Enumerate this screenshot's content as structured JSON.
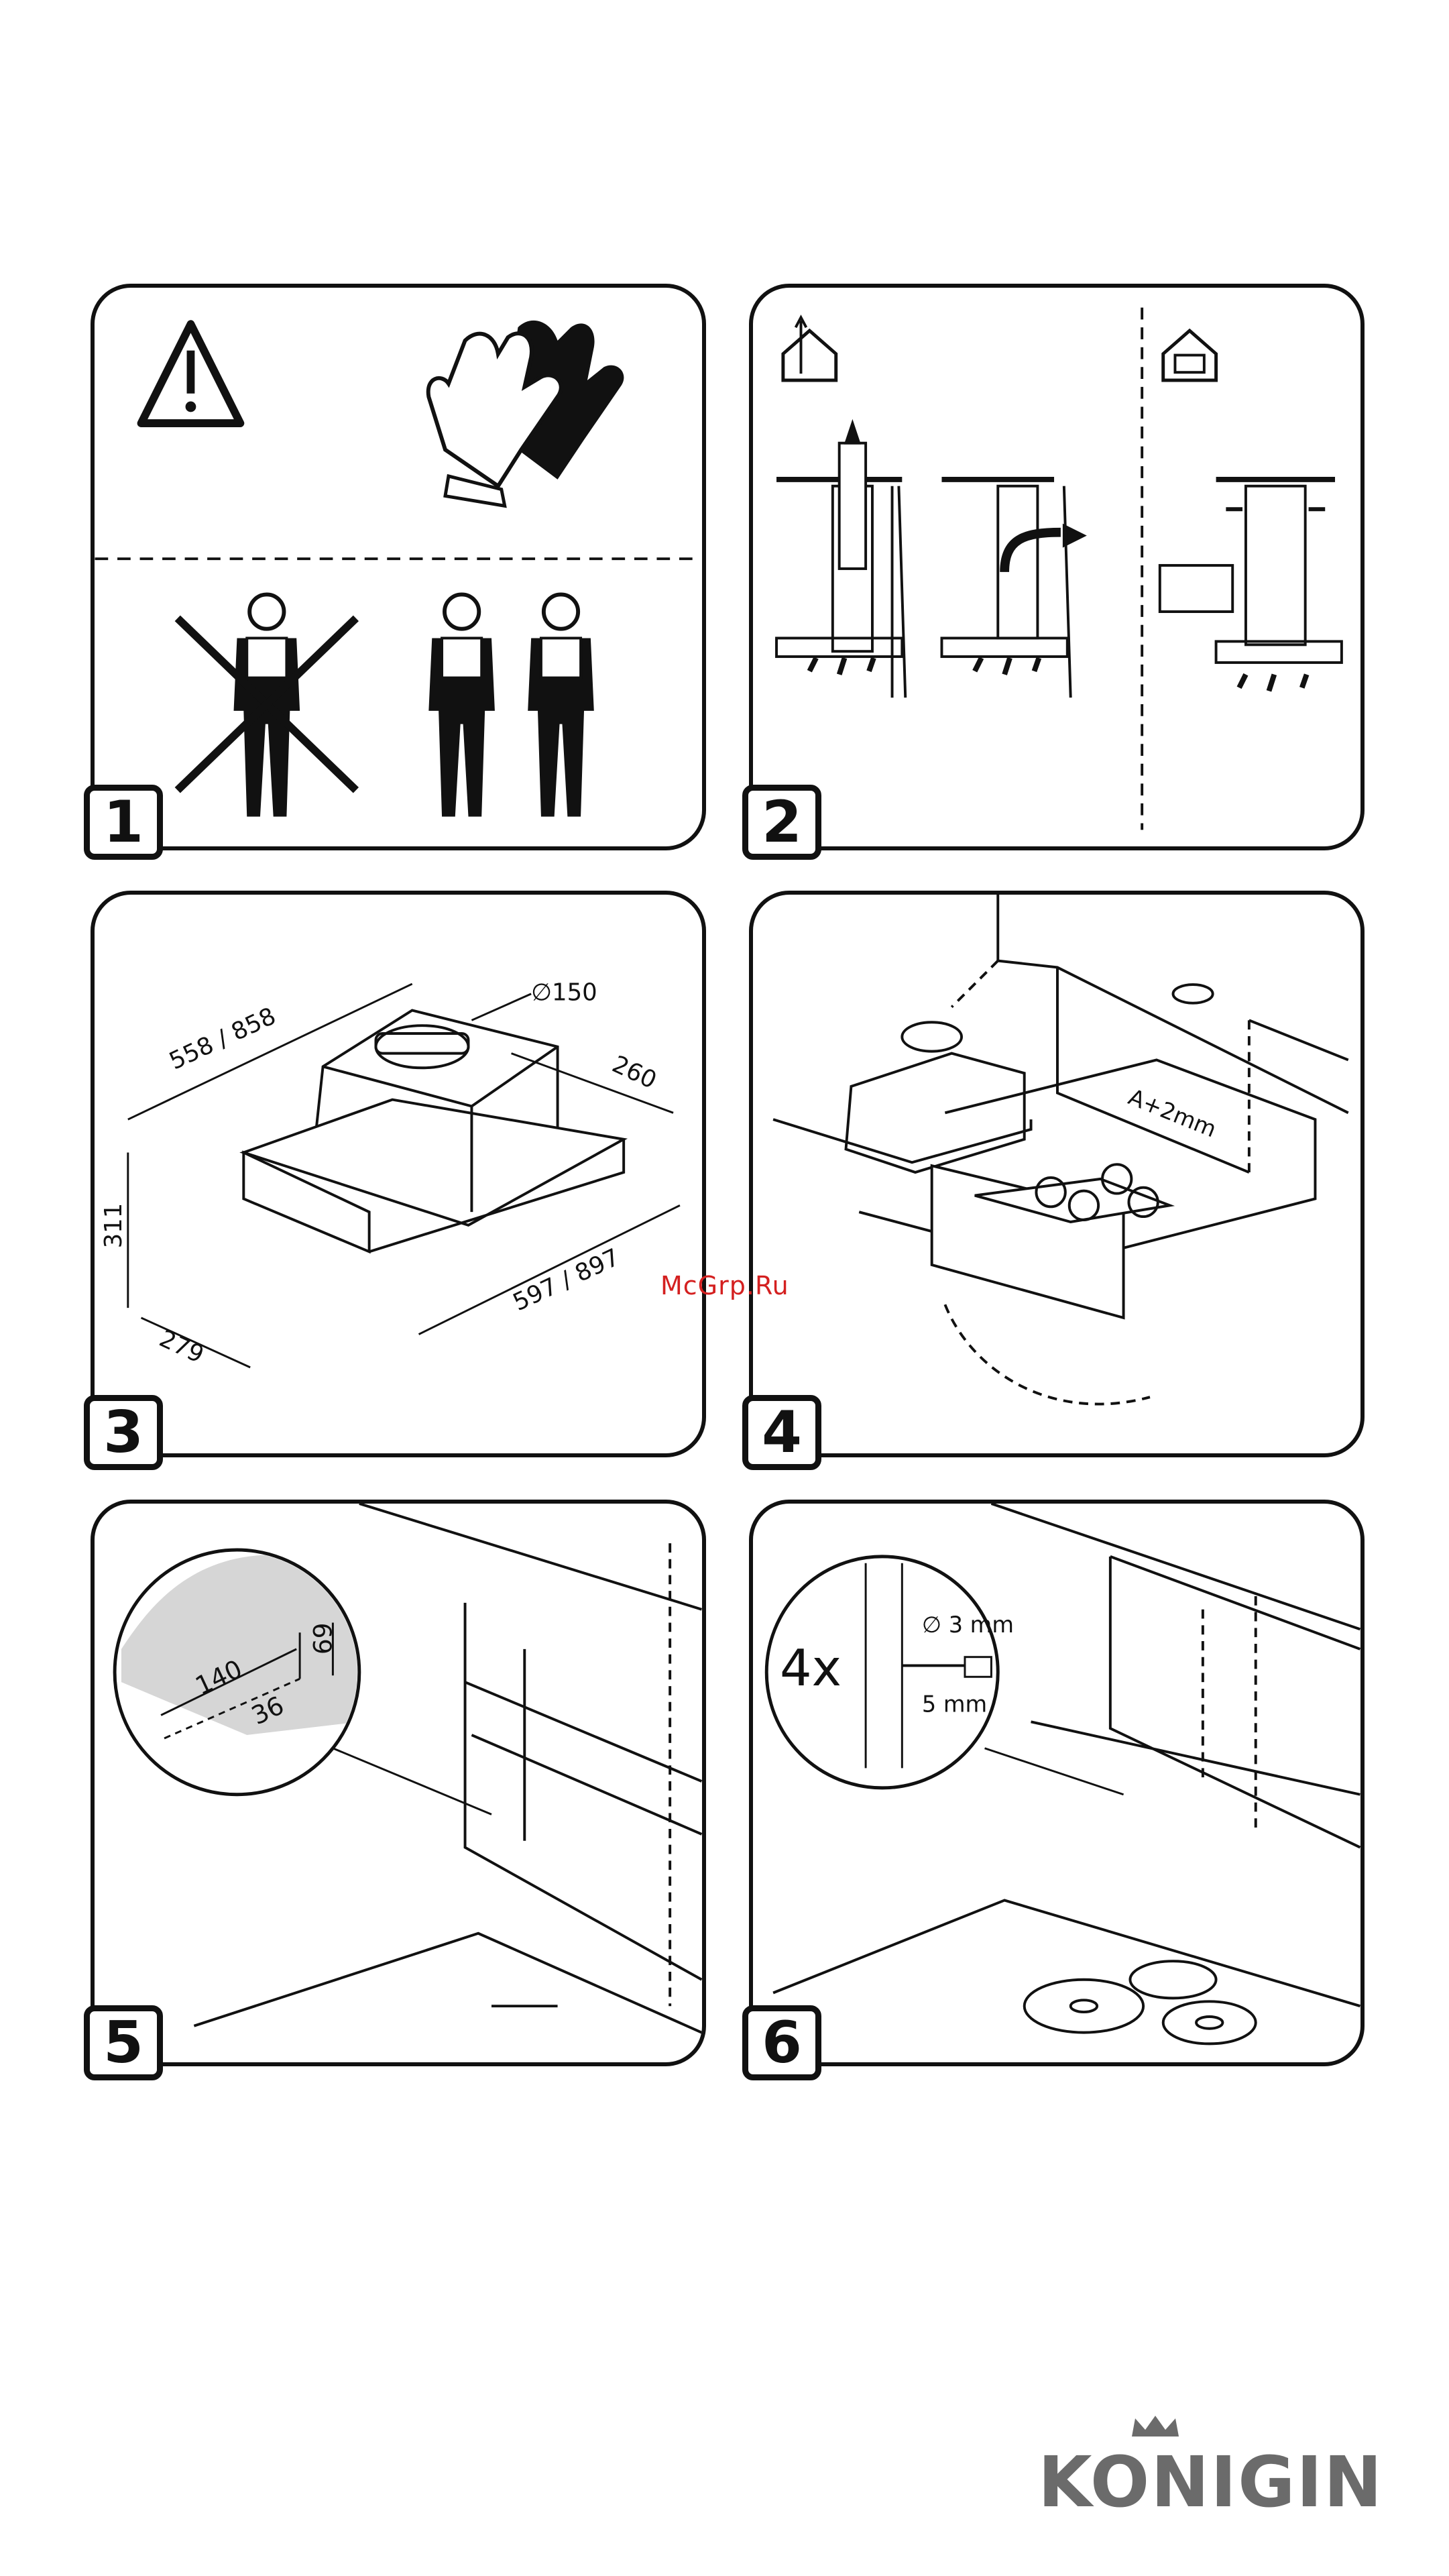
{
  "watermark": "McGrp.Ru",
  "brand": {
    "name": "KONIGIN"
  },
  "panels": [
    {
      "step": "1"
    },
    {
      "step": "2"
    },
    {
      "step": "3",
      "dimensions": {
        "depth": "558 / 858",
        "duct": "∅150",
        "width_top": "260",
        "height": "311",
        "length": "597 / 897",
        "side": "279"
      }
    },
    {
      "step": "4",
      "gap": "A+2mm"
    },
    {
      "step": "5",
      "dimensions": {
        "width": "140",
        "height": "69",
        "depth": "36"
      }
    },
    {
      "step": "6",
      "multiplier": "4x",
      "drill": "∅ 3 mm",
      "depth": "5 mm"
    }
  ]
}
